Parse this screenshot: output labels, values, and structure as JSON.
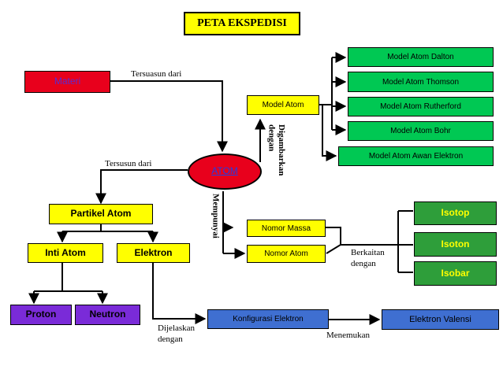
{
  "title": "PETA EKSPEDISI",
  "nodes": {
    "materi": "Materi",
    "atom": "ATOM",
    "model_atom": "Model Atom",
    "dalton": "Model Atom Dalton",
    "thomson": "Model Atom Thomson",
    "rutherford": "Model Atom Rutherford",
    "bohr": "Model Atom Bohr",
    "awan": "Model Atom Awan Elektron",
    "partikel": "Partikel Atom",
    "inti": "Inti Atom",
    "elektron": "Elektron",
    "proton": "Proton",
    "neutron": "Neutron",
    "nomor_massa": "Nomor Massa",
    "nomor_atom": "Nomor Atom",
    "isotop": "Isotop",
    "isoton": "Isoton",
    "isobar": "Isobar",
    "konfigurasi": "Konfigurasi Elektron",
    "valensi": "Elektron Valensi"
  },
  "labels": {
    "tersusun_dari_1": "Tersuasun dari",
    "tersusun_dari_2": "Tersusun dari",
    "digambarkan_1": "Digambarkan",
    "digambarkan_2": "dengan",
    "mempunyai": "Mempunyai",
    "berkaitan_1": "Berkaitan",
    "berkaitan_2": "dengan",
    "dijelaskan_1": "Dijelaskan",
    "dijelaskan_2": "dengan",
    "menemukan": "Menemukan"
  },
  "colors": {
    "materi": "#e8001c",
    "atom": "#e8001c",
    "green": "#00c853",
    "yellow": "#ffff00",
    "purple": "#7a2bd8",
    "blue": "#3f6fd1",
    "isotope_green": "#2e9e3a"
  }
}
